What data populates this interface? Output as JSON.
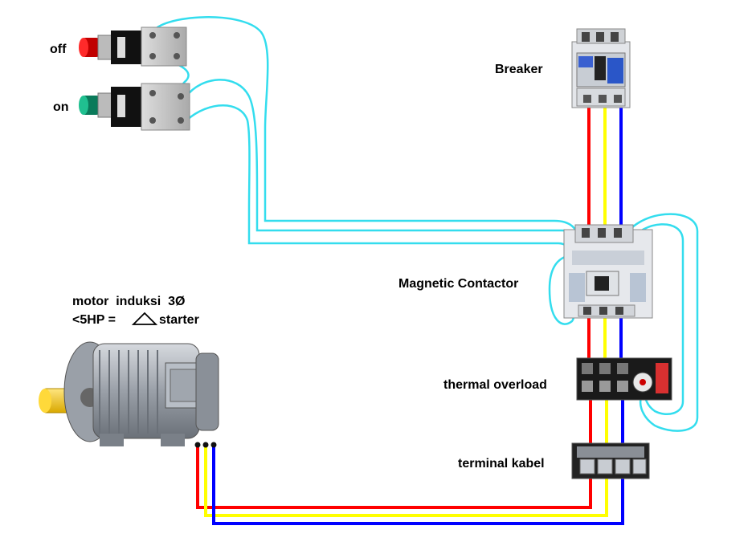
{
  "labels": {
    "off": "off",
    "on": "on",
    "breaker": "Breaker",
    "contactor": "Magnetic Contactor",
    "motor_line1": "motor  induksi  3Ø",
    "motor_line2_a": "<5HP =",
    "motor_line2_b": "starter",
    "thermal": "thermal overload",
    "terminal": "terminal kabel"
  },
  "colors": {
    "phase_r": "#ff0000",
    "phase_s": "#ffff00",
    "phase_t": "#0000ff",
    "control_wire": "#33ddee"
  }
}
